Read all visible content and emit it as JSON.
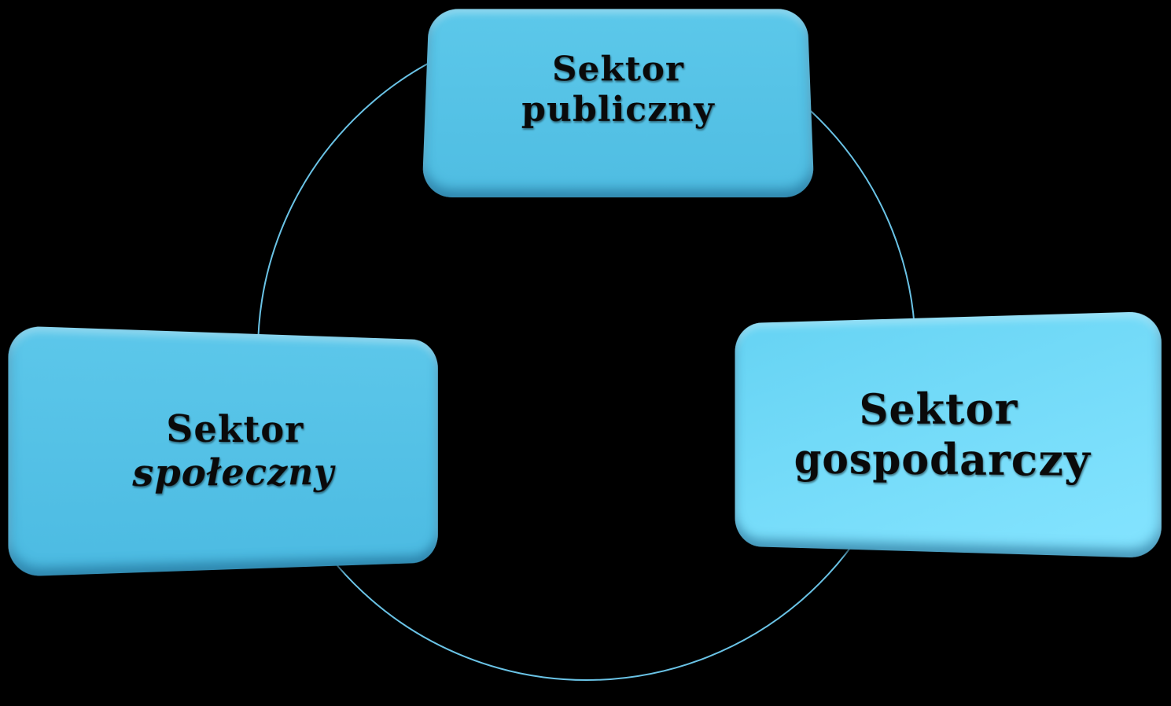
{
  "colors": {
    "background": "#000000",
    "connector": "#6ac3e6",
    "node_fill": "#5bc6ea",
    "node_fill_highlight": "#84e4ff",
    "text": "#0a0a0a"
  },
  "nodes": {
    "public": {
      "line1": "Sektor",
      "line2": "publiczny"
    },
    "social": {
      "line1": "Sektor",
      "line2": "społeczny"
    },
    "economic": {
      "line1": "Sektor",
      "line2": "gospodarczy"
    }
  }
}
